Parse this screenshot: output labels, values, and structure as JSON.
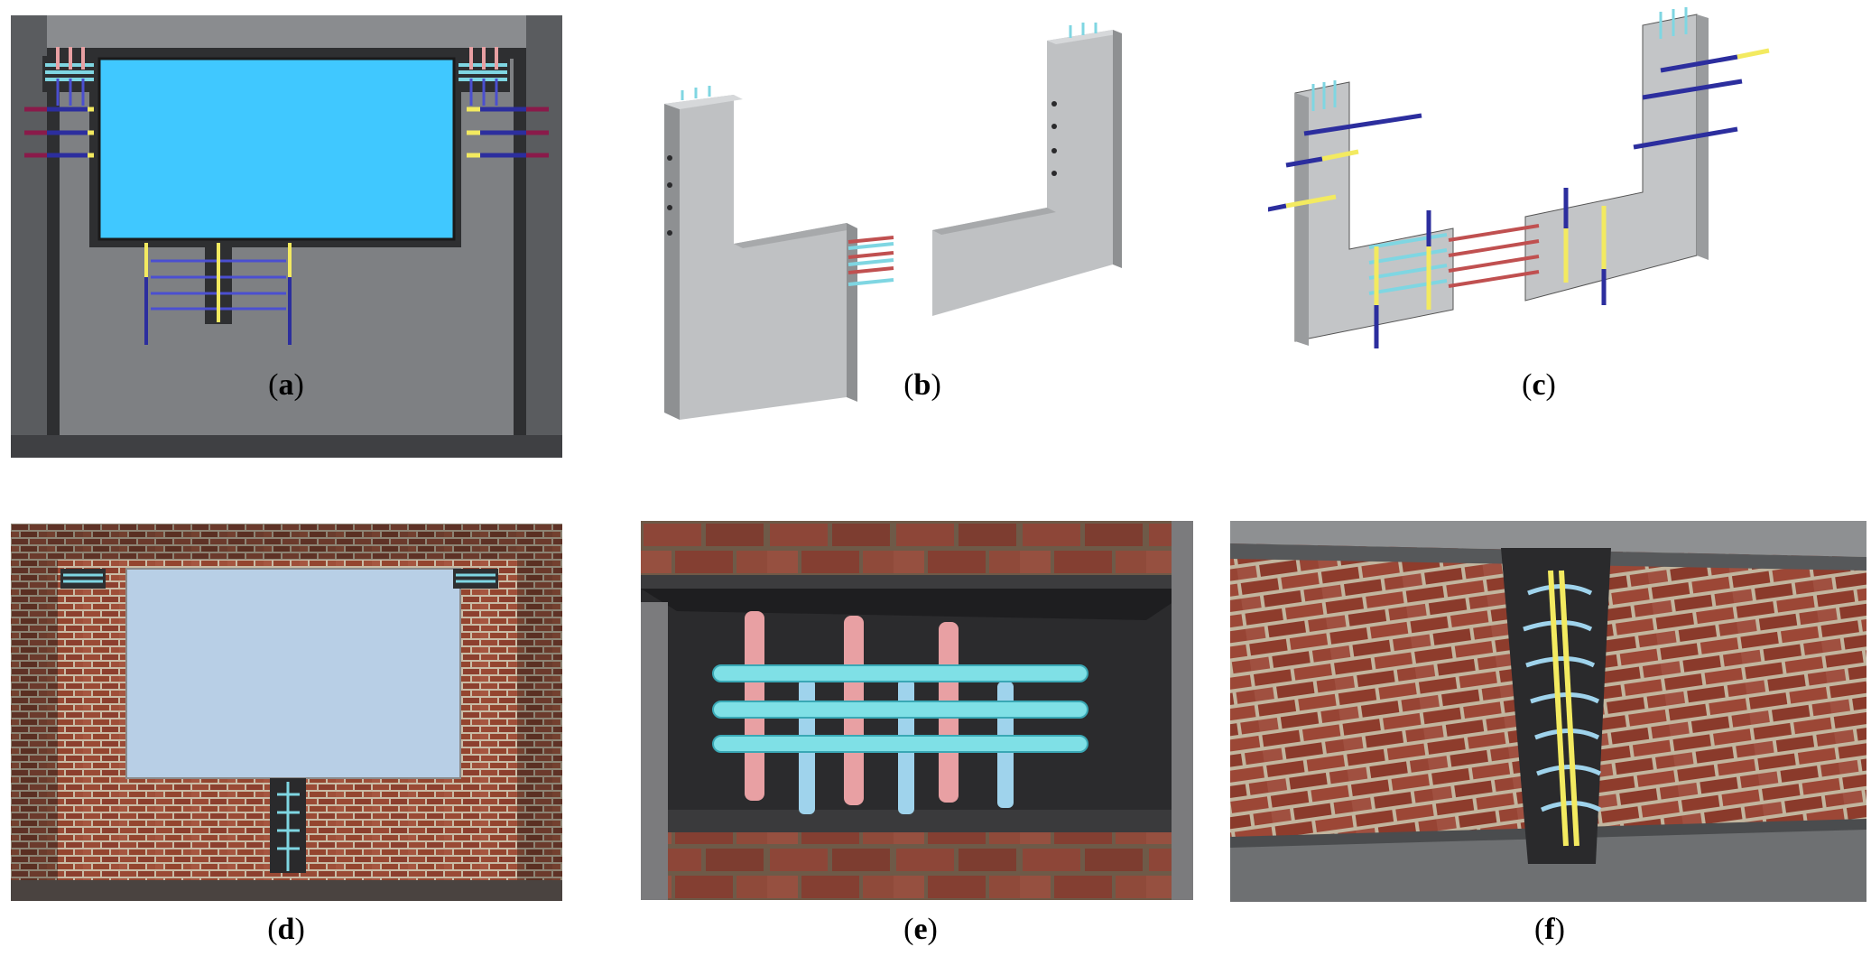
{
  "captions": {
    "a": {
      "open": "(",
      "letter": "a",
      "close": ")"
    },
    "b": {
      "open": "(",
      "letter": "b",
      "close": ")"
    },
    "c": {
      "open": "(",
      "letter": "c",
      "close": ")"
    },
    "d": {
      "open": "(",
      "letter": "d",
      "close": ")"
    },
    "e": {
      "open": "(",
      "letter": "e",
      "close": ")"
    },
    "f": {
      "open": "(",
      "letter": "f",
      "close": ")"
    }
  },
  "colors": {
    "concrete": "#b9bbbd",
    "concrete_dark": "#8e9092",
    "wall_gray": "#7b7d80",
    "frame_dark": "#3a3b3d",
    "window_blue": "#40c8ff",
    "glass": "#b8cfe6",
    "brick": "#9a4a35",
    "mortar": "#c9bba5",
    "rebar_cyan": "#7fd6e2",
    "rebar_pink": "#e8a0a3",
    "rebar_red": "#c05050",
    "rod_blue": "#2c2e9e",
    "rod_yellow": "#f3ea60",
    "rod_light_blue": "#9fd3ec",
    "grout_black": "#2a2a2c"
  },
  "icons": [
    "reinforcement-bar",
    "anchor-rod",
    "window-opening",
    "brick-wall",
    "concrete-panel"
  ]
}
